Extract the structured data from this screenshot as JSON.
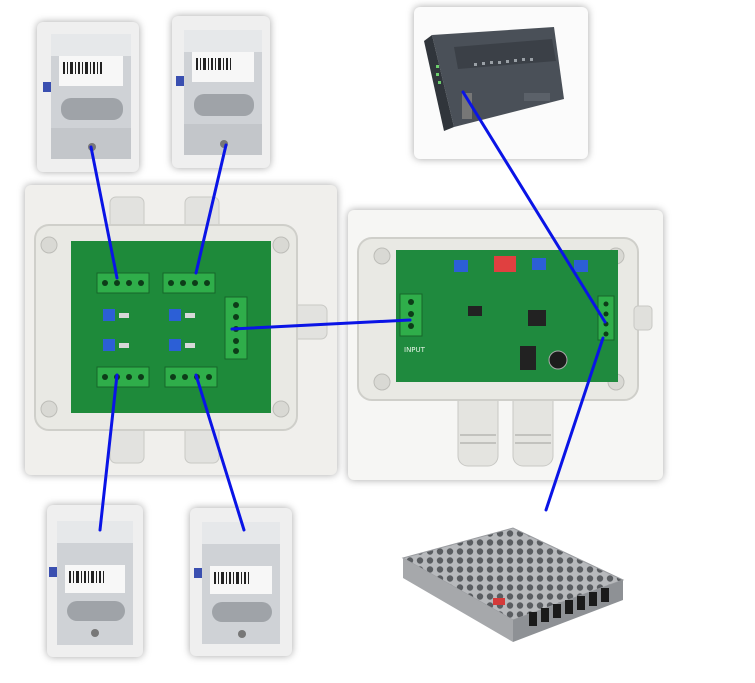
{
  "components": {
    "load_cells": [
      {
        "name": "load-cell-top-left"
      },
      {
        "name": "load-cell-top-right"
      },
      {
        "name": "load-cell-bottom-left"
      },
      {
        "name": "load-cell-bottom-right"
      }
    ],
    "junction_box": {
      "name": "junction-box"
    },
    "transmitter": {
      "name": "transmitter-box",
      "port_label": "INPUT"
    },
    "plc": {
      "name": "plc"
    },
    "power_supply": {
      "name": "power-supply"
    }
  },
  "colors": {
    "wire": "#0a14e6",
    "pcb": "#1e8a3a",
    "terminal": "#2fae4a",
    "enclosure": "#e9e9e4"
  }
}
